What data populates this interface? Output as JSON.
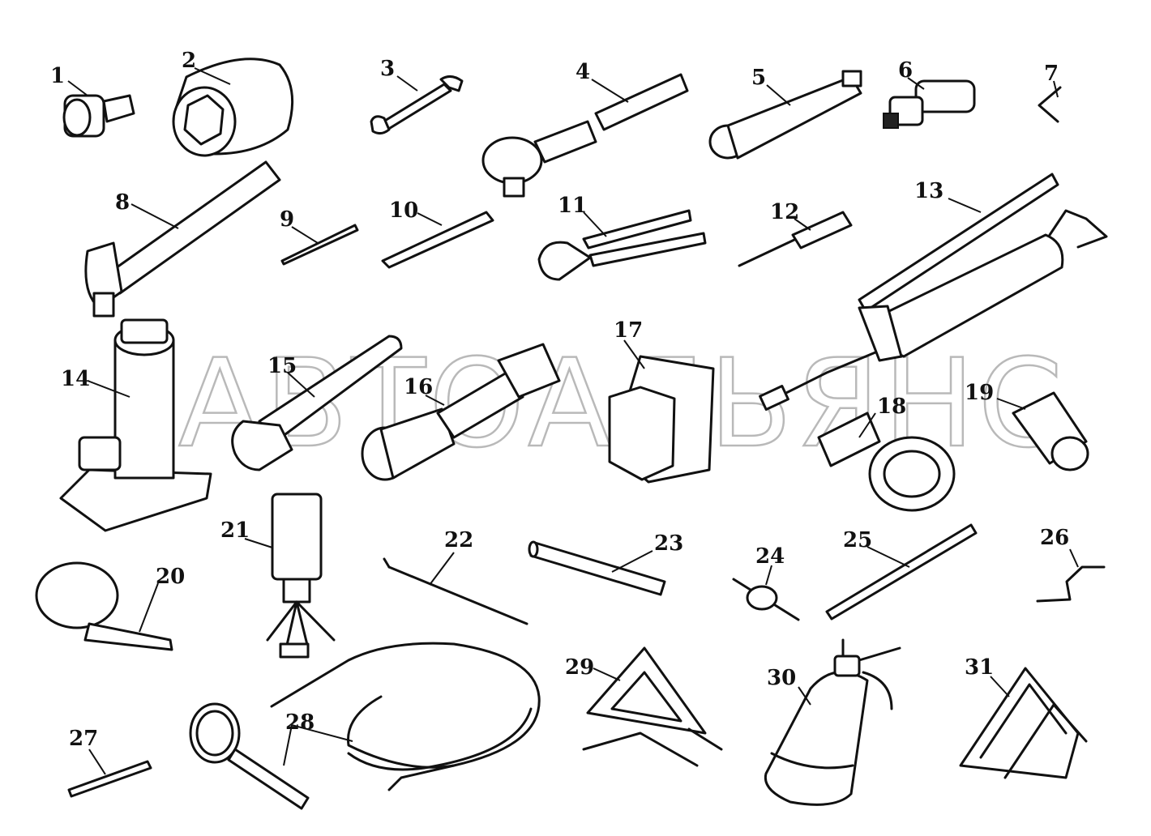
{
  "watermark": {
    "text": "АВТОАЛЬЯНС"
  },
  "callouts": [
    {
      "id": "1",
      "label": "1"
    },
    {
      "id": "2",
      "label": "2"
    },
    {
      "id": "3",
      "label": "3"
    },
    {
      "id": "4",
      "label": "4"
    },
    {
      "id": "5",
      "label": "5"
    },
    {
      "id": "6",
      "label": "6"
    },
    {
      "id": "7",
      "label": "7"
    },
    {
      "id": "8",
      "label": "8"
    },
    {
      "id": "9",
      "label": "9"
    },
    {
      "id": "10",
      "label": "10"
    },
    {
      "id": "11",
      "label": "11"
    },
    {
      "id": "12",
      "label": "12"
    },
    {
      "id": "13",
      "label": "13"
    },
    {
      "id": "14",
      "label": "14"
    },
    {
      "id": "15",
      "label": "15"
    },
    {
      "id": "16",
      "label": "16"
    },
    {
      "id": "17",
      "label": "17"
    },
    {
      "id": "18",
      "label": "18"
    },
    {
      "id": "19",
      "label": "19"
    },
    {
      "id": "20",
      "label": "20"
    },
    {
      "id": "21",
      "label": "21"
    },
    {
      "id": "22",
      "label": "22"
    },
    {
      "id": "23",
      "label": "23"
    },
    {
      "id": "24",
      "label": "24"
    },
    {
      "id": "25",
      "label": "25"
    },
    {
      "id": "26",
      "label": "26"
    },
    {
      "id": "27",
      "label": "27"
    },
    {
      "id": "28",
      "label": "28"
    },
    {
      "id": "29",
      "label": "29"
    },
    {
      "id": "30",
      "label": "30"
    },
    {
      "id": "31",
      "label": "31"
    }
  ]
}
